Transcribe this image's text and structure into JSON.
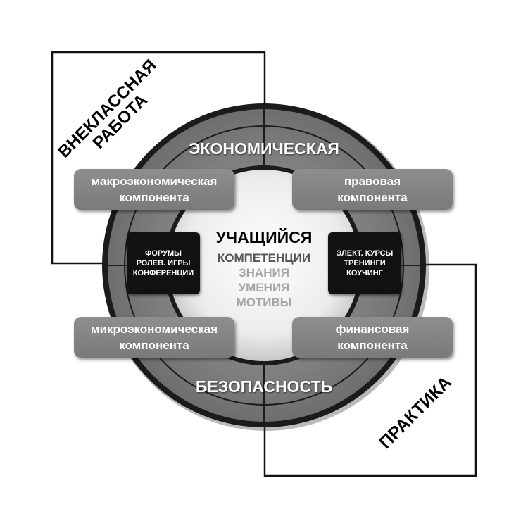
{
  "diagram": {
    "center": {
      "title": "УЧАЩИЙСЯ",
      "lines": [
        "КОМПЕТЕНЦИИ",
        "ЗНАНИЯ",
        "УМЕНИЯ",
        "МОТИВЫ"
      ]
    },
    "ring": {
      "top": "ЭКОНОМИЧЕСКАЯ",
      "bottom": "БЕЗОПАСНОСТЬ"
    },
    "components": {
      "top_left": [
        "макроэкономическая",
        "компонента"
      ],
      "top_right": [
        "правовая",
        "компонента"
      ],
      "bottom_left": [
        "микроэкономическая",
        "компонента"
      ],
      "bottom_right": [
        "финансовая",
        "компонента"
      ]
    },
    "methods": {
      "left": [
        "ФОРУМЫ",
        "РОЛЕВ. ИГРЫ",
        "КОНФЕРЕНЦИИ"
      ],
      "right": [
        "ЭЛЕКТ. КУРСЫ",
        "ТРЕНИНГИ",
        "КОУЧИНГ"
      ]
    },
    "corners": {
      "top_left": [
        "ВНЕКЛАССНАЯ",
        "РАБОТА"
      ],
      "bottom_right": "ПРАКТИКА"
    }
  }
}
